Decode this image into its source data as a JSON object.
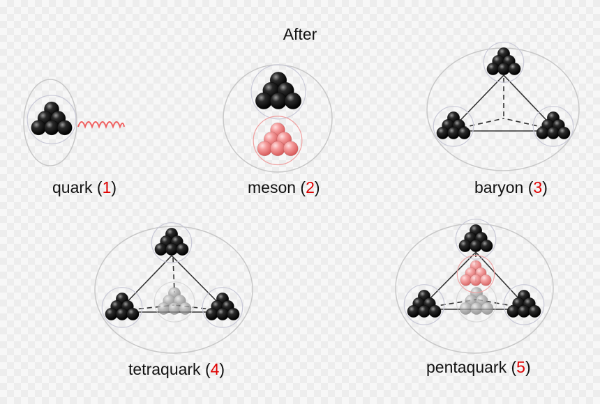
{
  "title": "After",
  "panels": [
    {
      "name": "quark",
      "number": "1"
    },
    {
      "name": "meson",
      "number": "2"
    },
    {
      "name": "baryon",
      "number": "3"
    },
    {
      "name": "tetraquark",
      "number": "4"
    },
    {
      "name": "pentaquark",
      "number": "5"
    }
  ],
  "colors": {
    "ball": "#111111",
    "pink": "#f08080",
    "label_number": "#e00000",
    "outline": "#bdbdbd"
  }
}
